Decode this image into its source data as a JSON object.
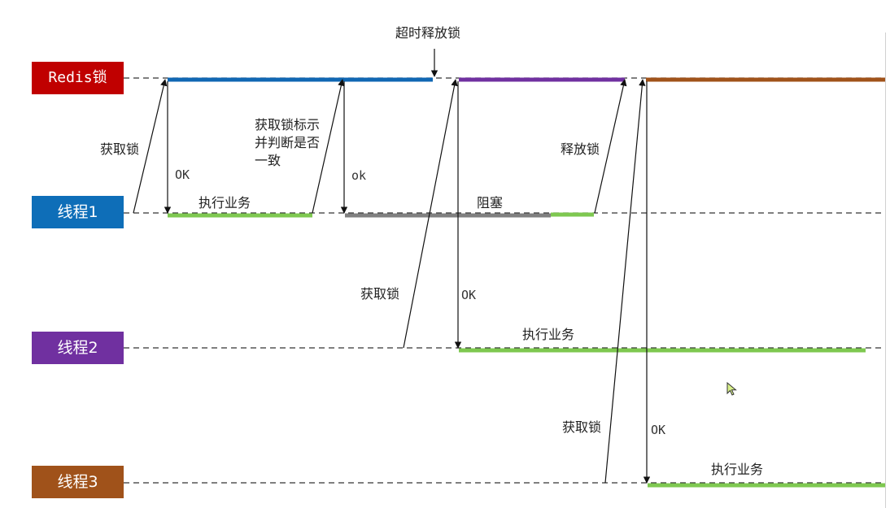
{
  "colors": {
    "redis": "#c00000",
    "thread1": "#0e6eb8",
    "thread2": "#7030a0",
    "thread3": "#a0521a",
    "bar_blue": "#1067b3",
    "bar_purple": "#7030a0",
    "bar_brown": "#a0521a",
    "bar_green": "#7ec850",
    "bar_gray": "#808080",
    "arrow": "#111111",
    "dashed": "#333333"
  },
  "lanes": {
    "redis": "Redis锁",
    "thread1": "线程1",
    "thread2": "线程2",
    "thread3": "线程3"
  },
  "labels": {
    "timeout_release": "超时释放锁",
    "t1_acquire": "获取锁",
    "t1_ok": "OK",
    "t1_work": "执行业务",
    "t1_check": "获取锁标示\n并判断是否\n一致",
    "t1_ok2": "ok",
    "t1_blocked": "阻塞",
    "t1_release": "释放锁",
    "t2_acquire": "获取锁",
    "t2_ok": "OK",
    "t2_work": "执行业务",
    "t3_acquire": "获取锁",
    "t3_ok": "OK",
    "t3_work": "执行业务"
  },
  "icons": {
    "cursor": "mouse-pointer-icon"
  }
}
